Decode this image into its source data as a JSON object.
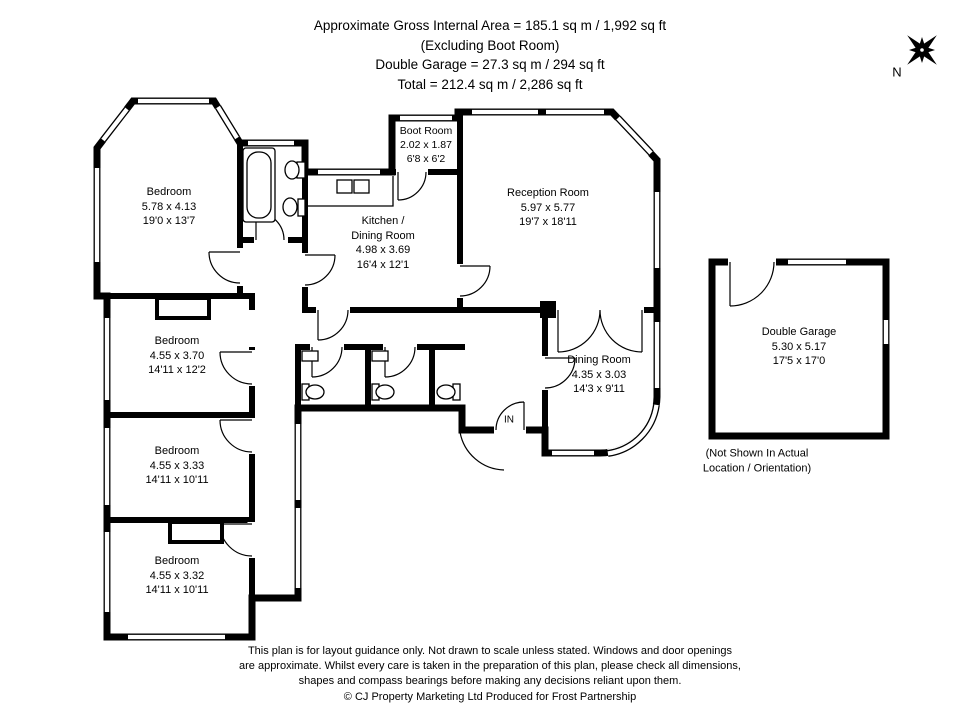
{
  "header": {
    "area_line": "Approximate Gross Internal Area = 185.1 sq m / 1,992 sq ft",
    "excluding_line": "(Excluding Boot Room)",
    "garage_line": "Double Garage = 27.3 sq m / 294 sq ft",
    "total_line": "Total = 212.4 sq m / 2,286 sq ft"
  },
  "compass": {
    "north_label": "N"
  },
  "rooms": {
    "bedroom_1": {
      "name": "Bedroom",
      "metric": "5.78 x 4.13",
      "imperial": "19'0 x 13'7"
    },
    "boot_room": {
      "name": "Boot Room",
      "metric": "2.02 x 1.87",
      "imperial": "6'8 x 6'2"
    },
    "kitchen_dining": {
      "name_line1": "Kitchen /",
      "name_line2": "Dining Room",
      "metric": "4.98 x 3.69",
      "imperial": "16'4 x 12'1"
    },
    "reception": {
      "name": "Reception Room",
      "metric": "5.97 x 5.77",
      "imperial": "19'7 x 18'11"
    },
    "bedroom_2": {
      "name": "Bedroom",
      "metric": "4.55 x 3.70",
      "imperial": "14'11 x 12'2"
    },
    "dining": {
      "name": "Dining Room",
      "metric": "4.35 x 3.03",
      "imperial": "14'3 x 9'11"
    },
    "double_garage": {
      "name": "Double Garage",
      "metric": "5.30 x 5.17",
      "imperial": "17'5 x 17'0",
      "note_line1": "(Not Shown In Actual",
      "note_line2": "Location / Orientation)"
    },
    "bedroom_3": {
      "name": "Bedroom",
      "metric": "4.55 x 3.33",
      "imperial": "14'11 x 10'11"
    },
    "bedroom_4": {
      "name": "Bedroom",
      "metric": "4.55 x 3.32",
      "imperial": "14'11 x 10'11"
    }
  },
  "entrance": {
    "label": "IN"
  },
  "footer": {
    "disclaimer_line1": "This plan is for layout guidance only. Not drawn to scale unless stated. Windows and door openings",
    "disclaimer_line2": "are approximate. Whilst every care is taken in the preparation of this plan, please check all dimensions,",
    "disclaimer_line3": "shapes and compass bearings before making any decisions reliant upon them.",
    "copyright": "© CJ Property Marketing Ltd Produced for Frost Partnership"
  },
  "colors": {
    "walls": "#000000",
    "background": "#ffffff",
    "text": "#000000"
  }
}
